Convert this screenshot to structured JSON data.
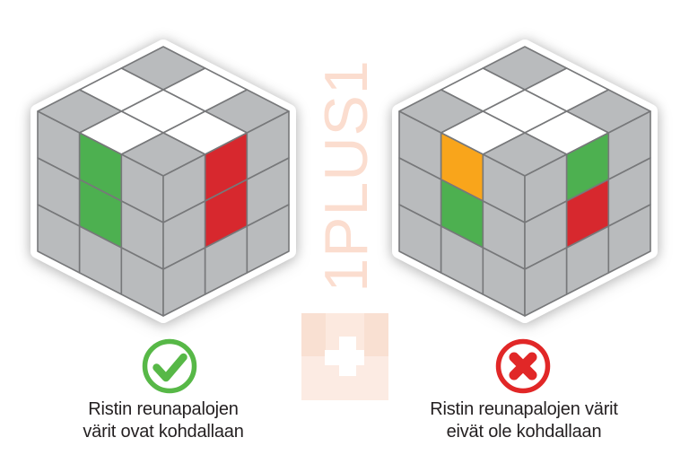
{
  "watermark": {
    "text": "1PLUS1",
    "text_color": "#fbddcf",
    "plus_square": {
      "base_color": "#fcebe3",
      "band_color": "#f9e0d2",
      "band_middle_color": "#fce9df",
      "plus_color": "#ffffff"
    }
  },
  "palette": {
    "gray": "#b9bbbd",
    "white": "#ffffff",
    "green": "#4db050",
    "red": "#d7282e",
    "orange": "#f9a51b",
    "outline": "#77787a",
    "cube_border": "#ffffff"
  },
  "caption_color": "#231f20",
  "figures": [
    {
      "result": "correct",
      "icon": "check-circle-icon",
      "icon_color": "#57b847",
      "caption": {
        "line1": "Ristin reunapalojen",
        "line2": "värit ovat kohdallaan"
      },
      "cube": {
        "top": [
          "gray",
          "white",
          "gray",
          "white",
          "white",
          "white",
          "gray",
          "white",
          "gray"
        ],
        "left": [
          "gray",
          "green",
          "gray",
          "gray",
          "green",
          "gray",
          "gray",
          "gray",
          "gray"
        ],
        "right": [
          "gray",
          "red",
          "gray",
          "gray",
          "red",
          "gray",
          "gray",
          "gray",
          "gray"
        ]
      }
    },
    {
      "result": "incorrect",
      "icon": "cross-circle-icon",
      "icon_color": "#e12727",
      "caption": {
        "line1": "Ristin reunapalojen värit",
        "line2": "eivät ole kohdallaan"
      },
      "cube": {
        "top": [
          "gray",
          "white",
          "gray",
          "white",
          "white",
          "white",
          "gray",
          "white",
          "gray"
        ],
        "left": [
          "gray",
          "orange",
          "gray",
          "gray",
          "green",
          "gray",
          "gray",
          "gray",
          "gray"
        ],
        "right": [
          "gray",
          "green",
          "gray",
          "gray",
          "red",
          "gray",
          "gray",
          "gray",
          "gray"
        ]
      }
    }
  ]
}
